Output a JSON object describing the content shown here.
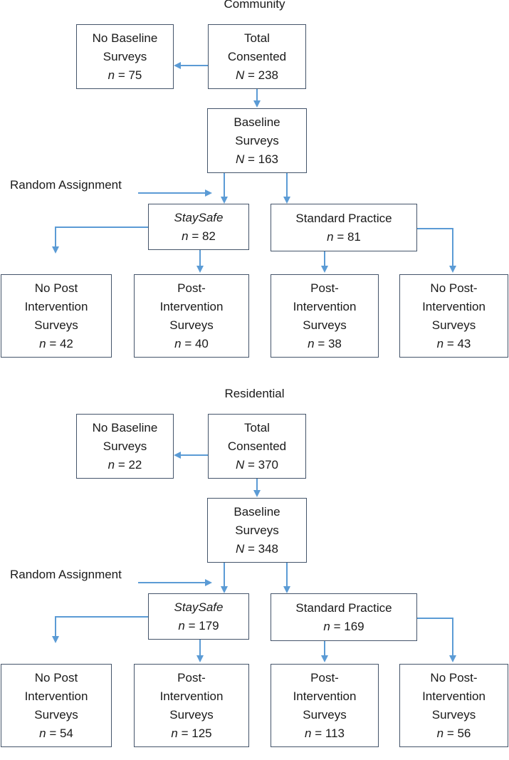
{
  "panels": [
    {
      "heading": "Community",
      "no_baseline": {
        "line1": "No Baseline",
        "line2": "Surveys",
        "var": "n",
        "value": "= 75"
      },
      "total": {
        "line1": "Total",
        "line2": "Consented",
        "var": "N",
        "value": "= 238"
      },
      "baseline": {
        "line1": "Baseline",
        "line2": "Surveys",
        "var": "N",
        "value": "= 163"
      },
      "random_assignment": "Random Assignment",
      "staysafe": {
        "label": "StaySafe",
        "var": "n",
        "value": "= 82"
      },
      "standard": {
        "label": "Standard Practice",
        "var": "n",
        "value": "= 81"
      },
      "leaf1": {
        "line1": "No Post",
        "line2": "Intervention",
        "line3": "Surveys",
        "var": "n",
        "value": "= 42"
      },
      "leaf2": {
        "line1": "Post-",
        "line2": "Intervention",
        "line3": "Surveys",
        "var": "n",
        "value": "= 40"
      },
      "leaf3": {
        "line1": "Post-",
        "line2": "Intervention",
        "line3": "Surveys",
        "var": "n",
        "value": "= 38"
      },
      "leaf4": {
        "line1": "No Post-",
        "line2": "Intervention",
        "line3": "Surveys",
        "var": "n",
        "value": "= 43"
      }
    },
    {
      "heading": "Residential",
      "no_baseline": {
        "line1": "No Baseline",
        "line2": "Surveys",
        "var": "n",
        "value": "= 22"
      },
      "total": {
        "line1": "Total",
        "line2": "Consented",
        "var": "N",
        "value": "= 370"
      },
      "baseline": {
        "line1": "Baseline",
        "line2": "Surveys",
        "var": "N",
        "value": "= 348"
      },
      "random_assignment": "Random Assignment",
      "staysafe": {
        "label": "StaySafe",
        "var": "n",
        "value": "= 179"
      },
      "standard": {
        "label": "Standard Practice",
        "var": "n",
        "value": "= 169"
      },
      "leaf1": {
        "line1": "No Post",
        "line2": "Intervention",
        "line3": "Surveys",
        "var": "n",
        "value": "= 54"
      },
      "leaf2": {
        "line1": "Post-",
        "line2": "Intervention",
        "line3": "Surveys",
        "var": "n",
        "value": "= 125"
      },
      "leaf3": {
        "line1": "Post-",
        "line2": "Intervention",
        "line3": "Surveys",
        "var": "n",
        "value": "= 113"
      },
      "leaf4": {
        "line1": "No Post-",
        "line2": "Intervention",
        "line3": "Surveys",
        "var": "n",
        "value": "= 56"
      }
    }
  ],
  "colors": {
    "arrow": "#5b9bd5",
    "box_border": "#44546a"
  }
}
